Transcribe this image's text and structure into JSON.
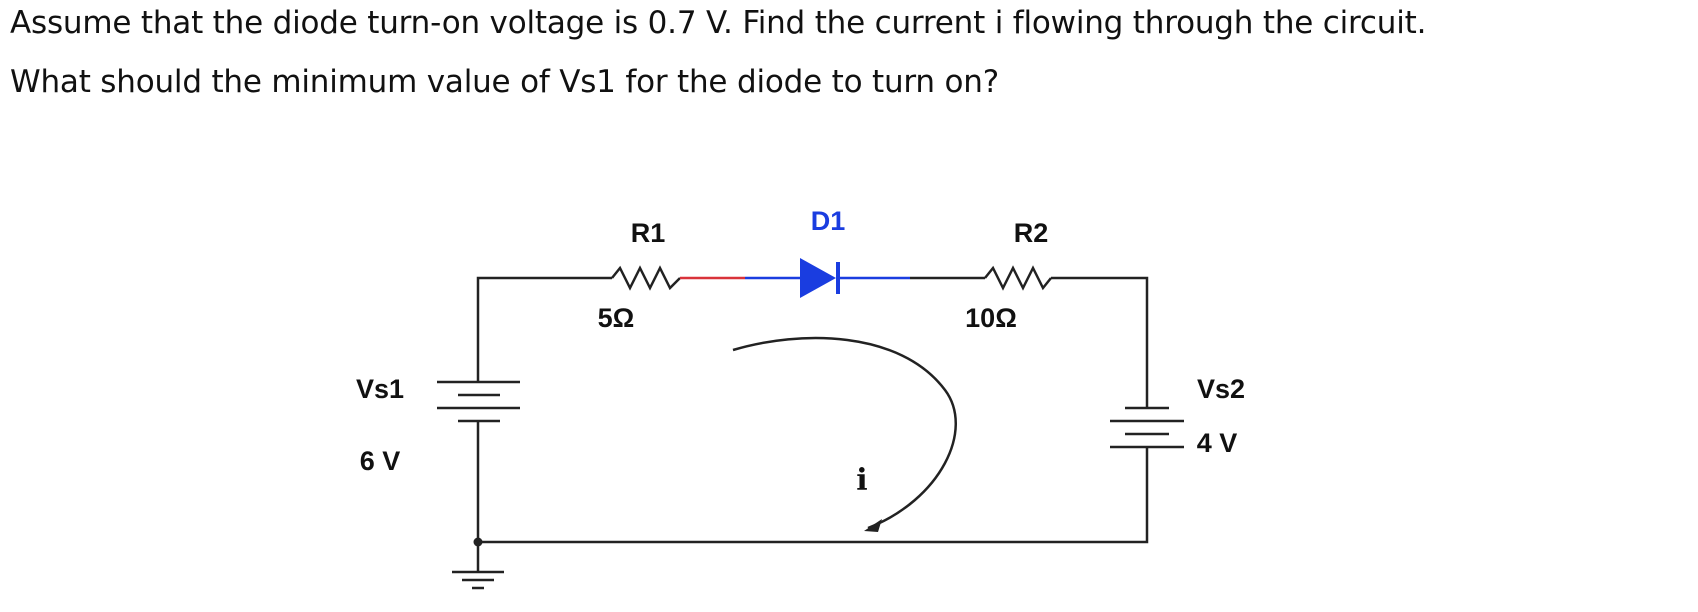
{
  "question": {
    "line1": "Assume that the diode turn-on voltage is 0.7 V. Find the current i flowing through the circuit.",
    "line2": "What should the minimum value of Vs1 for the diode to turn on?"
  },
  "circuit": {
    "r1": {
      "name": "R1",
      "value": "5Ω"
    },
    "d1": {
      "name": "D1"
    },
    "r2": {
      "name": "R2",
      "value": "10Ω"
    },
    "vs1": {
      "name": "Vs1",
      "value": "6 V"
    },
    "vs2": {
      "name": "Vs2",
      "value": "4 V"
    },
    "current_label": "i",
    "colors": {
      "wire": "#222222",
      "diode": "#1a3de0",
      "lead": "#d9333a"
    }
  }
}
